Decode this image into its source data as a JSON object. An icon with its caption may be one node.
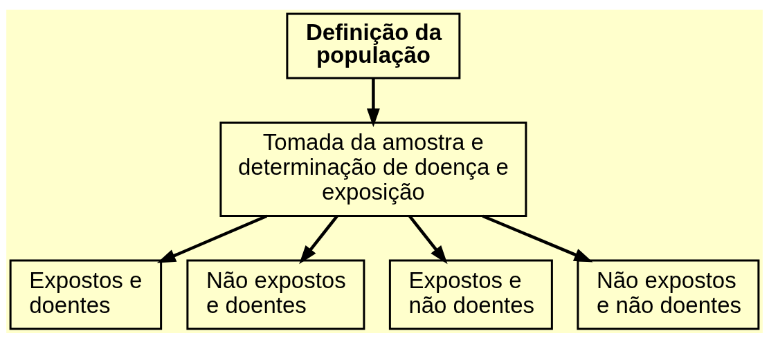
{
  "diagram": {
    "nodes": [
      {
        "text": [
          "Definição da população"
        ]
      },
      {
        "text": [
          "Tomada da amostra e determinação de doença e exposição"
        ]
      },
      {
        "text": [
          "Expostos e doentes"
        ]
      },
      {
        "text": [
          "Não expostos e doentes"
        ]
      },
      {
        "text": [
          "Expostos e não doentes"
        ]
      },
      {
        "text": [
          "Não expostos e não doentes"
        ]
      }
    ],
    "edges": [
      {
        "from": 0,
        "to": 1,
        "arrow": "to"
      },
      {
        "from": 1,
        "to": 2,
        "arrow": "to"
      },
      {
        "from": 1,
        "to": 3,
        "arrow": "to"
      },
      {
        "from": 1,
        "to": 4,
        "arrow": "to"
      },
      {
        "from": 1,
        "to": 5,
        "arrow": "to"
      }
    ]
  }
}
